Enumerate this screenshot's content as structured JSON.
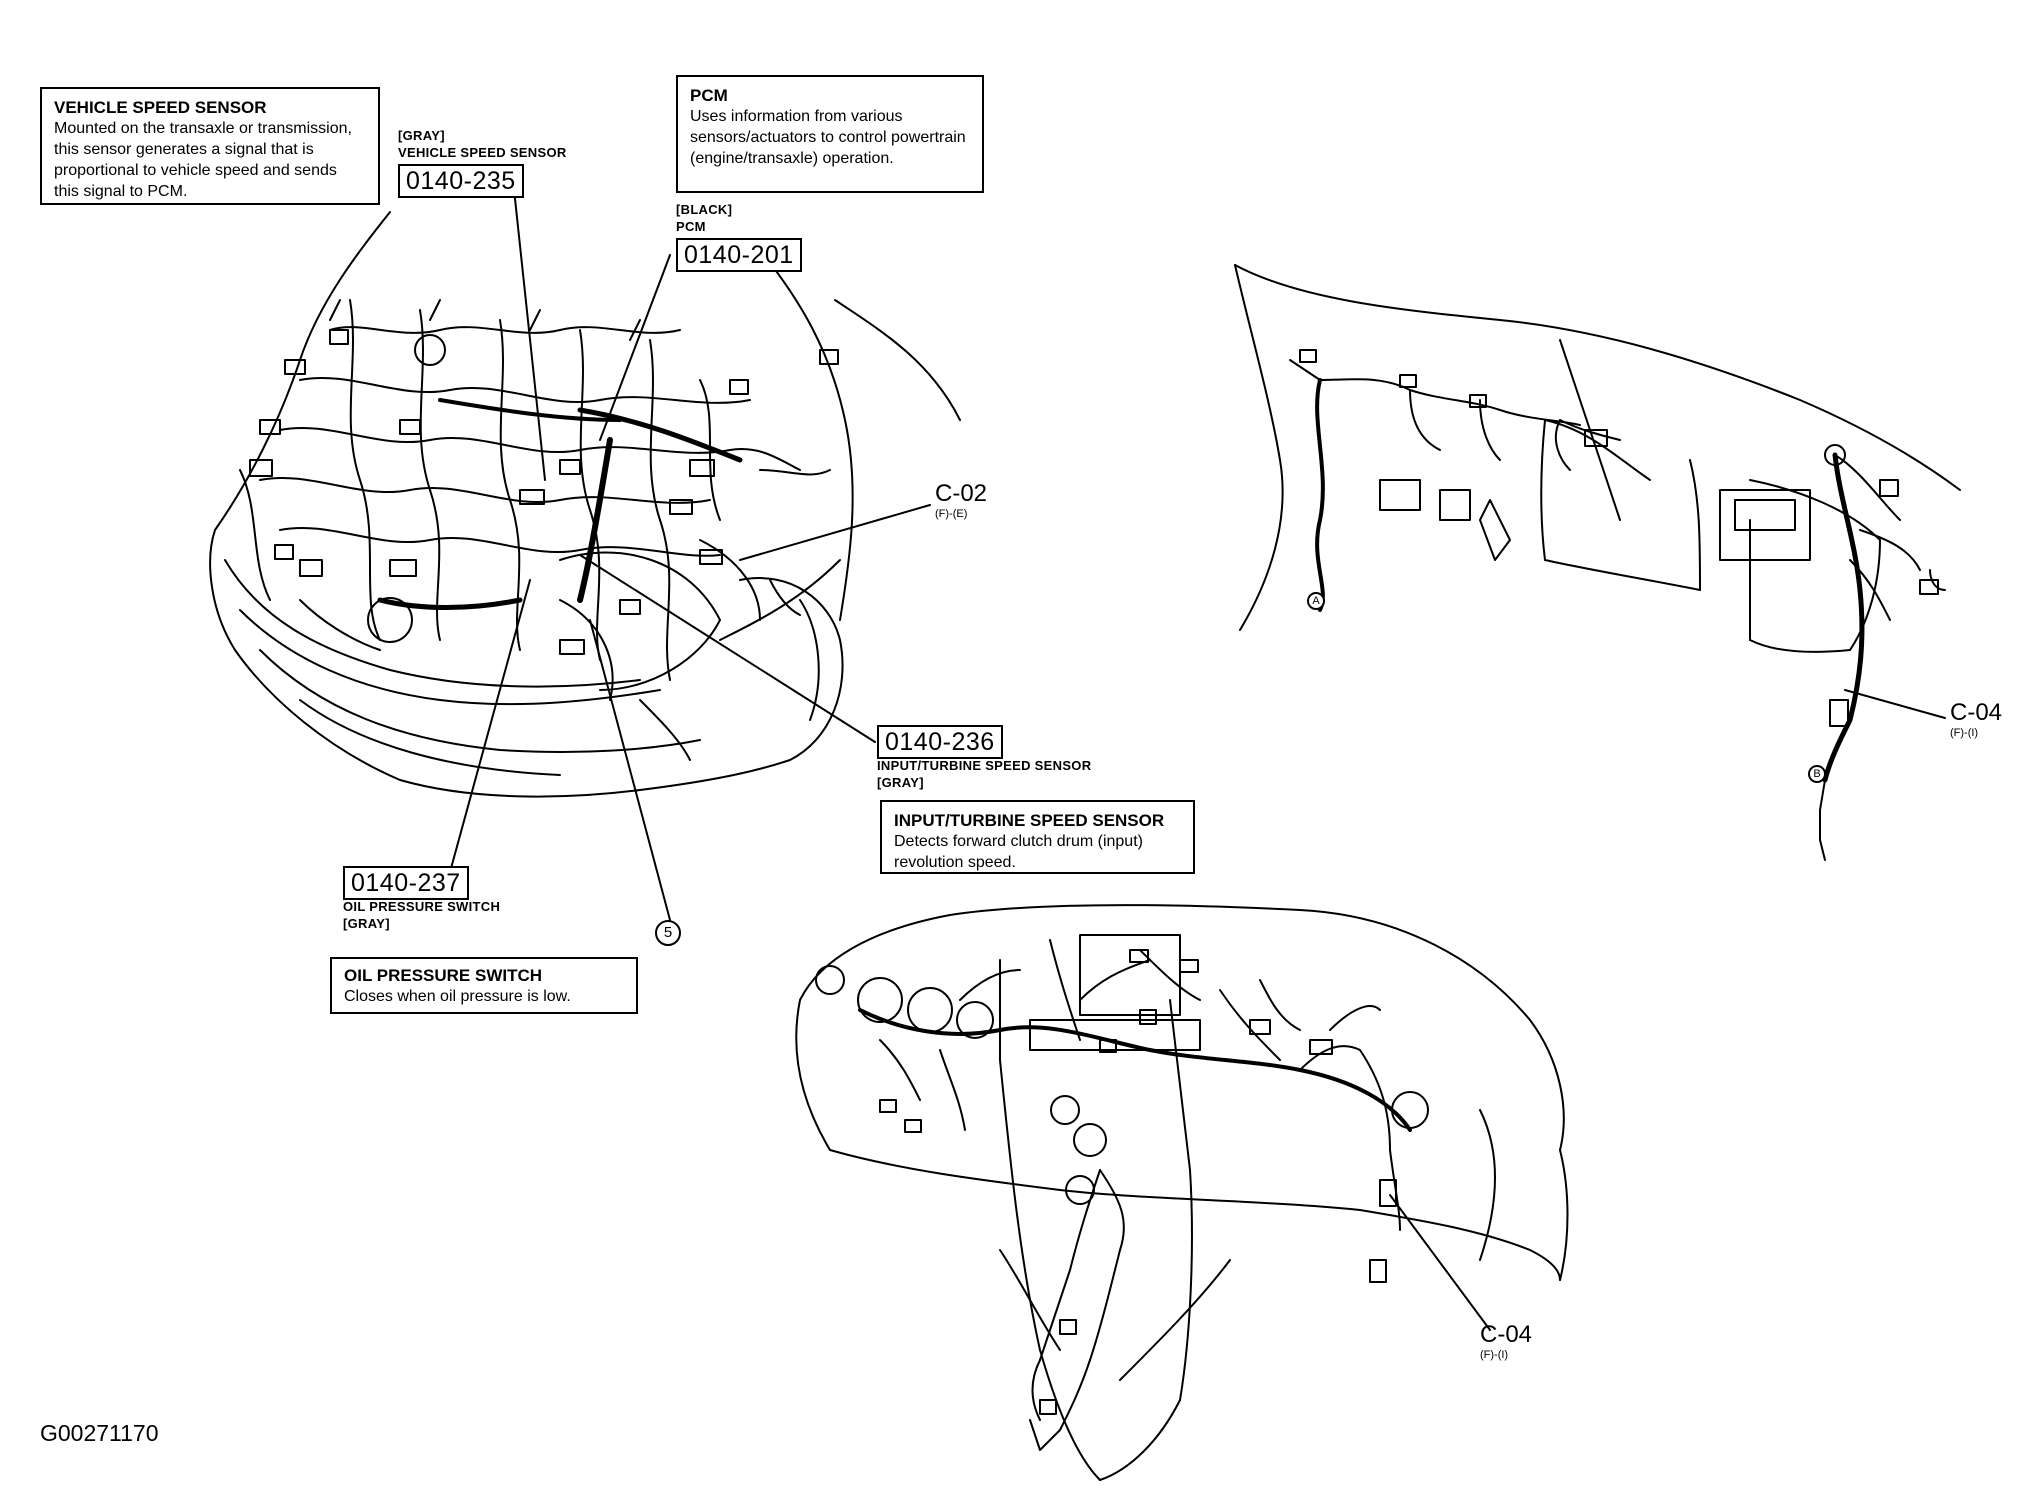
{
  "callouts": {
    "vss": {
      "title": "VEHICLE SPEED SENSOR",
      "text": "Mounted on the transaxle or transmission, this sensor generates a signal that is proportional to vehicle speed and sends this signal to PCM."
    },
    "pcm": {
      "title": "PCM",
      "text": "Uses information from various sensors/actuators to control powertrain (engine/transaxle) operation."
    },
    "itss": {
      "title": "INPUT/TURBINE SPEED SENSOR",
      "text": "Detects forward clutch drum (input) revolution speed."
    },
    "ops": {
      "title": "OIL PRESSURE SWITCH",
      "text": "Closes when oil pressure is low."
    }
  },
  "components": {
    "vss": {
      "color": "[GRAY]",
      "name": "VEHICLE SPEED SENSOR",
      "code": "0140-235"
    },
    "pcm": {
      "color": "[BLACK]",
      "name": "PCM",
      "code": "0140-201"
    },
    "itss": {
      "code": "0140-236",
      "name": "INPUT/TURBINE SPEED SENSOR",
      "color": "[GRAY]"
    },
    "ops": {
      "code": "0140-237",
      "name": "OIL PRESSURE SWITCH",
      "color": "[GRAY]"
    }
  },
  "connectors": {
    "c02": {
      "label": "C-02",
      "sub": "(F)-(E)"
    },
    "c04_upper": {
      "label": "C-04",
      "sub": "(F)-(I)"
    },
    "c04_lower": {
      "label": "C-04",
      "sub": "(F)-(I)"
    }
  },
  "markers": {
    "five": "5",
    "a": "A",
    "b": "B"
  },
  "figure_id": "G00271170"
}
